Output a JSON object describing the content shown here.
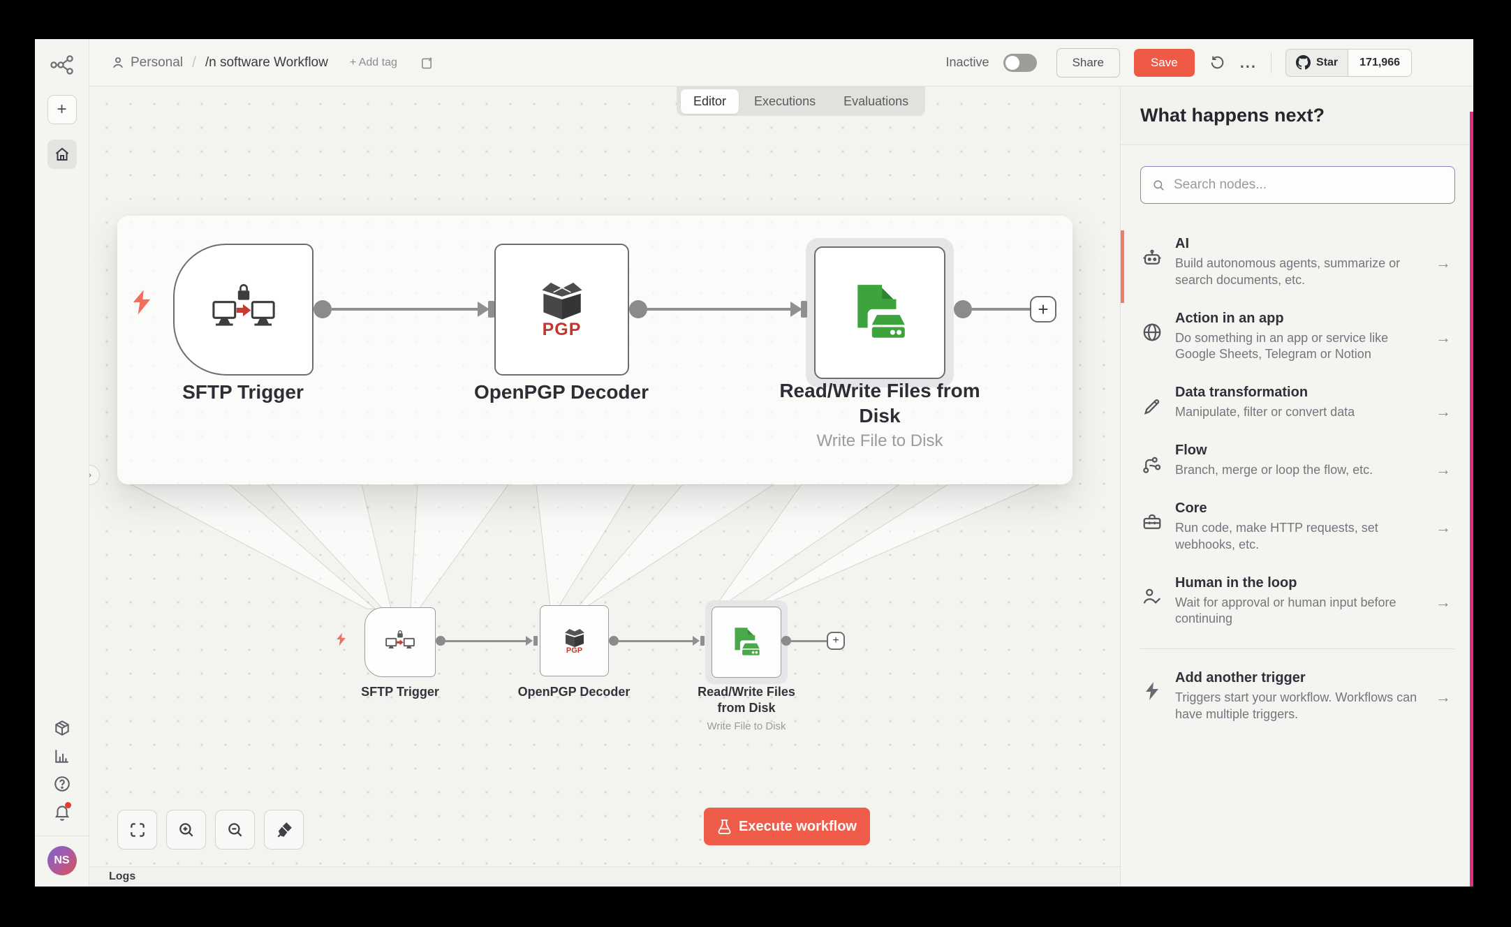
{
  "header": {
    "project": "Personal",
    "crumb_sep": "/",
    "workflow_name": "/n software Workflow",
    "add_tag": "+ Add tag",
    "status_label": "Inactive",
    "share": "Share",
    "save": "Save",
    "more": "...",
    "github": {
      "star": "Star",
      "count": "171,966"
    }
  },
  "tabs": [
    {
      "label": "Editor"
    },
    {
      "label": "Executions"
    },
    {
      "label": "Evaluations"
    }
  ],
  "canvas": {
    "nodes": [
      {
        "name": "SFTP Trigger"
      },
      {
        "name": "OpenPGP Decoder",
        "badge": "PGP"
      },
      {
        "name": "Read/Write Files from Disk",
        "subtitle": "Write File to Disk"
      }
    ],
    "plus": "+",
    "chevron": "›",
    "execute": "Execute workflow",
    "logs": "Logs"
  },
  "sidebar": {
    "title": "What happens next?",
    "search_placeholder": "Search nodes...",
    "items": [
      {
        "title": "AI",
        "desc": "Build autonomous agents, summarize or search documents, etc."
      },
      {
        "title": "Action in an app",
        "desc": "Do something in an app or service like Google Sheets, Telegram or Notion"
      },
      {
        "title": "Data transformation",
        "desc": "Manipulate, filter or convert data"
      },
      {
        "title": "Flow",
        "desc": "Branch, merge or loop the flow, etc."
      },
      {
        "title": "Core",
        "desc": "Run code, make HTTP requests, set webhooks, etc."
      },
      {
        "title": "Human in the loop",
        "desc": "Wait for approval or human input before continuing"
      }
    ],
    "arrow": "→",
    "trigger_item": {
      "title": "Add another trigger",
      "desc": "Triggers start your workflow. Workflows can have multiple triggers."
    }
  },
  "avatar_initials": "NS"
}
